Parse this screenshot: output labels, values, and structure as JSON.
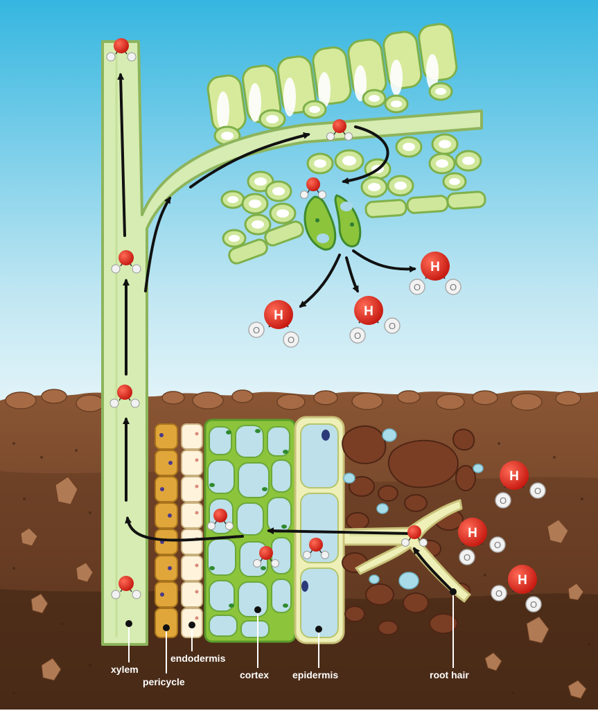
{
  "labels": {
    "xylem": "xylem",
    "pericycle": "pericycle",
    "endodermis": "endodermis",
    "cortex": "cortex",
    "epidermis": "epidermis",
    "root_hair": "root hair"
  },
  "molecule": {
    "h": "H",
    "o": "O"
  },
  "colors": {
    "sky_top": "#35b6e0",
    "sky_bottom": "#dff2f8",
    "soil": "#7a4a2c",
    "soil_deep": "#4e2d19",
    "xylem_fill": "#d6ecb2",
    "xylem_edge": "#8db45c",
    "hydrogen": "#d9261c",
    "oxygen": "#f2f2f2",
    "cortex": "#8cc43c",
    "pericycle": "#e0a63a",
    "endodermis": "#fff3dc",
    "epidermis": "#eef0b8"
  }
}
